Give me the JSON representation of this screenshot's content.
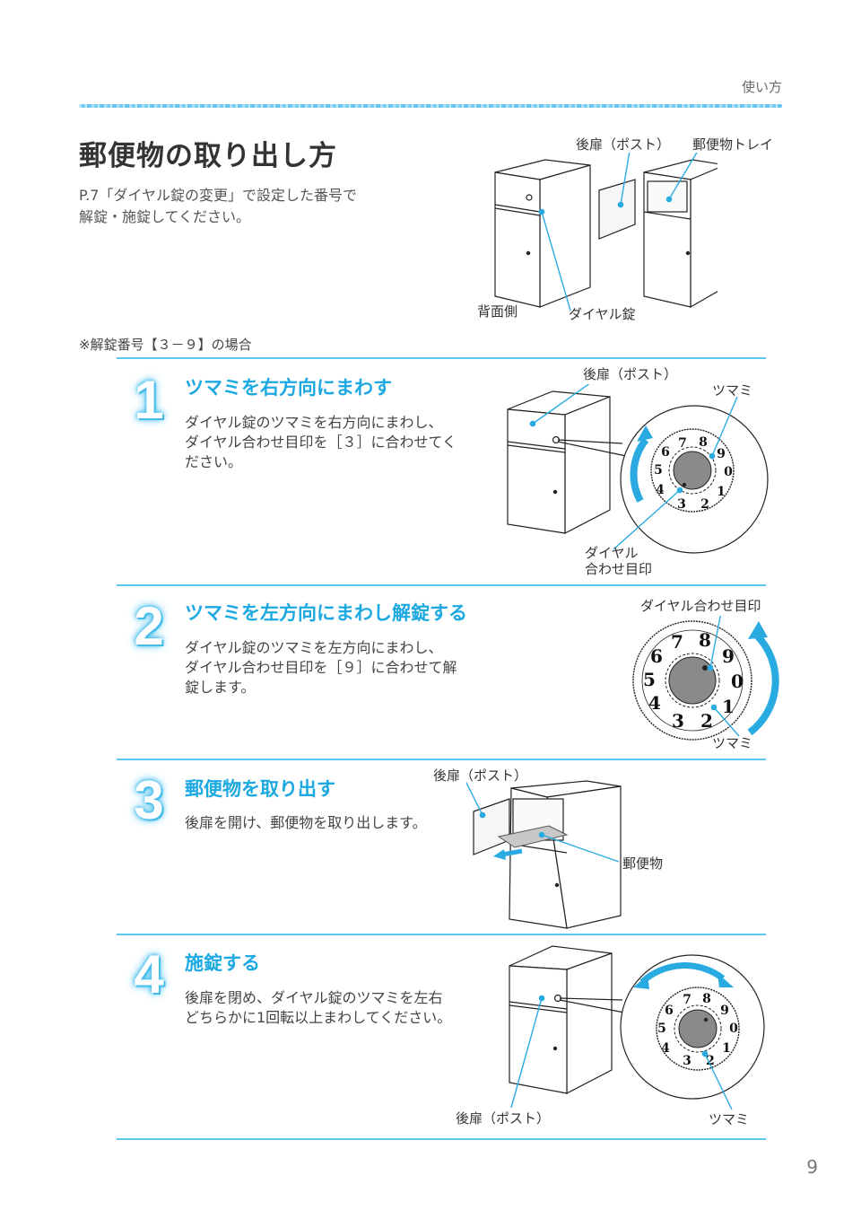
{
  "header": {
    "section_label": "使い方"
  },
  "title": "郵便物の取り出し方",
  "intro": {
    "line1": "P.7「ダイヤル錠の変更」で設定した番号で",
    "line2": "解錠・施錠してください。"
  },
  "overview_figure": {
    "labels": {
      "rear_door": "後扉（ポスト）",
      "mail_tray": "郵便物トレイ",
      "back_side": "背面側",
      "dial_lock": "ダイヤル錠"
    }
  },
  "note": "※解錠番号【３－９】の場合",
  "steps": [
    {
      "number": "1",
      "title": "ツマミを右方向にまわす",
      "body": [
        "ダイヤル錠のツマミを右方向にまわし、",
        "ダイヤル合わせ目印を［３］に合わせてく",
        "ださい。"
      ],
      "labels": {
        "rear_door": "後扉（ポスト）",
        "knob": "ツマミ",
        "dial_mark_line1": "ダイヤル",
        "dial_mark_line2": "合わせ目印"
      }
    },
    {
      "number": "2",
      "title": "ツマミを左方向にまわし解錠する",
      "body": [
        "ダイヤル錠のツマミを左方向にまわし、",
        "ダイヤル合わせ目印を［９］に合わせて解",
        "錠します。"
      ],
      "labels": {
        "dial_mark": "ダイヤル合わせ目印",
        "knob": "ツマミ"
      }
    },
    {
      "number": "3",
      "title": "郵便物を取り出す",
      "body": [
        "後扉を開け、郵便物を取り出します。"
      ],
      "labels": {
        "rear_door": "後扉（ポスト）",
        "mail": "郵便物"
      }
    },
    {
      "number": "4",
      "title": "施錠する",
      "body": [
        "後扉を閉め、ダイヤル錠のツマミを左右",
        "どちらかに1回転以上まわしてください。"
      ],
      "labels": {
        "rear_door": "後扉（ポスト）",
        "knob": "ツマミ"
      }
    }
  ],
  "dial_digits": [
    "0",
    "1",
    "2",
    "3",
    "4",
    "5",
    "6",
    "7",
    "8",
    "9"
  ],
  "colors": {
    "accent": "#1ca9e1",
    "rule": "#5ec6ee",
    "leader": "#29abe2",
    "text": "#333333",
    "knob": "#8a8a8a"
  },
  "page_number": "9"
}
